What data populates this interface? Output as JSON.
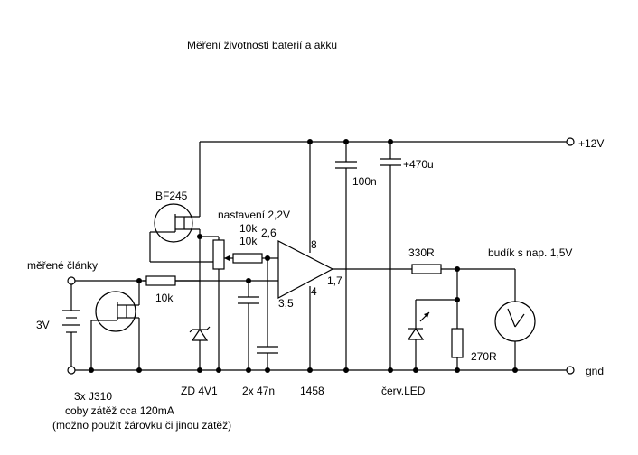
{
  "title": "Měření životnosti baterií a akku",
  "labels": {
    "supply_plus": "+12V",
    "ground": "gnd",
    "cap_100n": "100n",
    "cap_470u": "+470u",
    "bf245": "BF245",
    "nastaveni": "nastavení 2,2V",
    "r10k_a": "10k",
    "r10k_b": "10k",
    "pin_26": "2,6",
    "pin_8": "8",
    "pin_4": "4",
    "pin_17": "1,7",
    "pin_35": "3,5",
    "r330": "330R",
    "budik": "budík s nap. 1,5V",
    "merene": "měřené články",
    "r10k_in": "10k",
    "v3": "3V",
    "r270": "270R",
    "zd": "ZD 4V1",
    "caps_47n": "2x 47n",
    "ic": "1458",
    "led": "červ.LED",
    "j310": "3x J310",
    "zatez": "coby zátěž cca 120mA",
    "mozno": "(možno použít žárovku či jinou zátěž)"
  },
  "icons": {
    "fet_top": "jfet-bf245-icon",
    "fet_bottom": "jfet-j310-icon",
    "meter": "voltmeter-icon",
    "led": "led-icon",
    "zener": "zener-diode-icon",
    "opamp": "opamp-triangle-icon",
    "battery": "battery-icon"
  }
}
